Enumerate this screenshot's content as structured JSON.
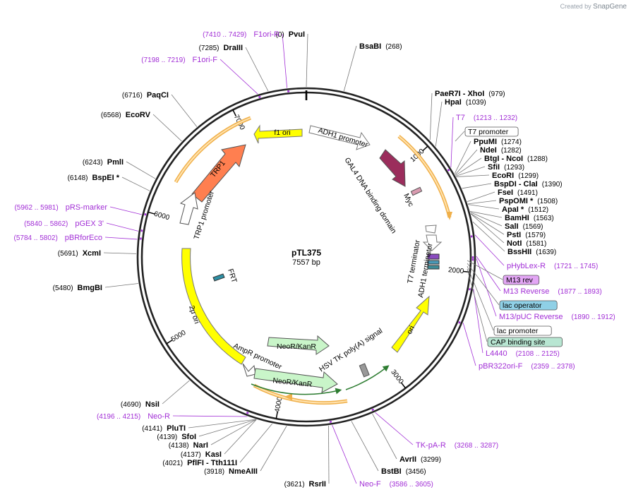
{
  "watermark": {
    "created_by": "Created by",
    "brand": "SnapGene"
  },
  "plasmid": {
    "name": "pTL375",
    "length": "7557 bp",
    "total_bp": 7557
  },
  "colors": {
    "primer": "#a22fd6",
    "origin": "#ffff00",
    "marker": "#ff7f50",
    "promoter": "#ffffff",
    "cds_green": "#c9f5c9",
    "gal4": "#9b2d5c",
    "orange_band": "#f0b04a"
  },
  "ticks": [
    "1000",
    "2000",
    "3000",
    "4000",
    "5000",
    "6000",
    "7000"
  ],
  "sites": [
    {
      "name": "PvuI",
      "pos": "(0)",
      "bp": 0
    },
    {
      "name": "BsaBI",
      "pos": "(268)",
      "bp": 268
    },
    {
      "name": "PaeR7I - XhoI",
      "pos": "(979)",
      "bp": 979
    },
    {
      "name": "HpaI",
      "pos": "(1039)",
      "bp": 1039
    },
    {
      "name": "PpuMI",
      "pos": "(1274)",
      "bp": 1274
    },
    {
      "name": "NdeI",
      "pos": "(1282)",
      "bp": 1282
    },
    {
      "name": "BtgI - NcoI",
      "pos": "(1288)",
      "bp": 1288
    },
    {
      "name": "SfiI",
      "pos": "(1293)",
      "bp": 1293
    },
    {
      "name": "EcoRI",
      "pos": "(1299)",
      "bp": 1299
    },
    {
      "name": "BspDI - ClaI",
      "pos": "(1390)",
      "bp": 1390
    },
    {
      "name": "FseI",
      "pos": "(1491)",
      "bp": 1491
    },
    {
      "name": "PspOMI *",
      "pos": "(1508)",
      "bp": 1508
    },
    {
      "name": "ApaI *",
      "pos": "(1512)",
      "bp": 1512
    },
    {
      "name": "BamHI",
      "pos": "(1563)",
      "bp": 1563
    },
    {
      "name": "SalI",
      "pos": "(1569)",
      "bp": 1569
    },
    {
      "name": "PstI",
      "pos": "(1579)",
      "bp": 1579
    },
    {
      "name": "NotI",
      "pos": "(1581)",
      "bp": 1581
    },
    {
      "name": "BssHII",
      "pos": "(1639)",
      "bp": 1639
    },
    {
      "name": "AvrII",
      "pos": "(3299)",
      "bp": 3299
    },
    {
      "name": "BstBI",
      "pos": "(3456)",
      "bp": 3456
    },
    {
      "name": "RsrII",
      "pos": "(3621)",
      "bp": 3621
    },
    {
      "name": "NmeAIII",
      "pos": "(3918)",
      "bp": 3918
    },
    {
      "name": "PflFI - Tth111I",
      "pos": "(4021)",
      "bp": 4021
    },
    {
      "name": "KasI",
      "pos": "(4137)",
      "bp": 4137
    },
    {
      "name": "NarI",
      "pos": "(4138)",
      "bp": 4138
    },
    {
      "name": "SfoI",
      "pos": "(4139)",
      "bp": 4139
    },
    {
      "name": "PluTI",
      "pos": "(4141)",
      "bp": 4141
    },
    {
      "name": "NsiI",
      "pos": "(4690)",
      "bp": 4690
    },
    {
      "name": "BmgBI",
      "pos": "(5480)",
      "bp": 5480
    },
    {
      "name": "XcmI",
      "pos": "(5691)",
      "bp": 5691
    },
    {
      "name": "BspEI *",
      "pos": "(6148)",
      "bp": 6148
    },
    {
      "name": "PmlI",
      "pos": "(6243)",
      "bp": 6243
    },
    {
      "name": "EcoRV",
      "pos": "(6568)",
      "bp": 6568
    },
    {
      "name": "PaqCI",
      "pos": "(6716)",
      "bp": 6716
    },
    {
      "name": "DraIII",
      "pos": "(7285)",
      "bp": 7285
    }
  ],
  "primers": [
    {
      "name": "F1ori-R",
      "pos": "(7410 .. 7429)",
      "bp": 7420
    },
    {
      "name": "F1ori-F",
      "pos": "(7198 .. 7219)",
      "bp": 7208
    },
    {
      "name": "T7",
      "pos": "(1213 .. 1232)",
      "bp": 1222
    },
    {
      "name": "pHybLex-R",
      "pos": "(1721 .. 1745)",
      "bp": 1733
    },
    {
      "name": "M13 Reverse",
      "pos": "(1877 .. 1893)",
      "bp": 1885
    },
    {
      "name": "M13/pUC Reverse",
      "pos": "(1890 .. 1912)",
      "bp": 1901
    },
    {
      "name": "L4440",
      "pos": "(2108 .. 2125)",
      "bp": 2116
    },
    {
      "name": "pBR322ori-F",
      "pos": "(2359 .. 2378)",
      "bp": 2368
    },
    {
      "name": "TK-pA-R",
      "pos": "(3268 .. 3287)",
      "bp": 3277
    },
    {
      "name": "Neo-F",
      "pos": "(3586 .. 3605)",
      "bp": 3595
    },
    {
      "name": "Neo-R",
      "pos": "(4196 .. 4215)",
      "bp": 4205
    },
    {
      "name": "pRS-marker",
      "pos": "(5962 .. 5981)",
      "bp": 5971
    },
    {
      "name": "pGEX 3'",
      "pos": "(5840 .. 5862)",
      "bp": 5851
    },
    {
      "name": "pBRforEco",
      "pos": "(5784 .. 5802)",
      "bp": 5793
    }
  ],
  "boxed_features": [
    {
      "name": "T7 promoter",
      "bg": "#ffffff"
    },
    {
      "name": "M13 rev",
      "bg": "#e3a6f5"
    },
    {
      "name": "lac operator",
      "bg": "#8fd0e6"
    },
    {
      "name": "lac promoter",
      "bg": "#ffffff"
    },
    {
      "name": "CAP binding site",
      "bg": "#b8e6d2"
    }
  ],
  "features": {
    "f1_ori": "f1 ori",
    "adh1_promoter": "ADH1 promoter",
    "gal4": "GAL4 DNA binding domain",
    "myc": "Myc",
    "trp1": "TRP1",
    "trp1_promoter": "TRP1 promoter",
    "t7_terminator": "T7 terminator",
    "adh1_terminator": "ADH1 terminator",
    "frt": "FRT",
    "two_micron": "2μ ori",
    "ampr_promoter": "AmpR promoter",
    "neo1": "NeoR/KanR",
    "neo2": "NeoR/KanR",
    "hsv": "HSV TK poly(A) signal",
    "ori": "ori"
  }
}
